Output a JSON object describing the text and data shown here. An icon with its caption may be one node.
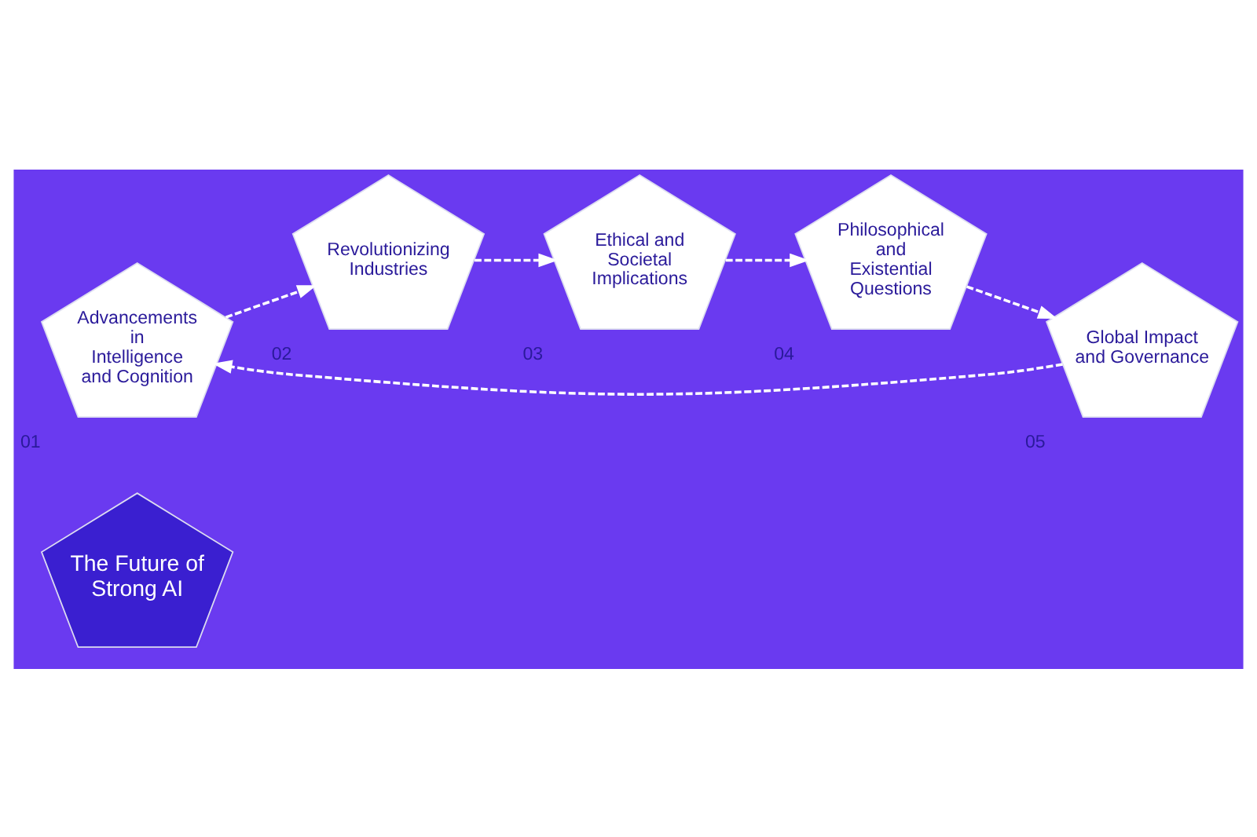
{
  "diagram": {
    "nodes": [
      {
        "text": [
          "The Future of Strong AI"
        ]
      },
      {
        "text": [
          "Advancements in Intelligence and Cognition"
        ],
        "beside": [
          "01"
        ]
      },
      {
        "text": [
          "Revolutionizing Industries"
        ],
        "beside": [
          "02"
        ]
      },
      {
        "text": [
          "Ethical and Societal Implications"
        ],
        "beside": [
          "03"
        ]
      },
      {
        "text": [
          "Philosophical and Existential Questions"
        ],
        "beside": [
          "04"
        ]
      },
      {
        "text": [
          "Global Impact and Governance"
        ],
        "beside": [
          "05"
        ]
      }
    ],
    "edges": [
      {
        "from": 1,
        "to": 2,
        "arrow": "to",
        "style": "dashed"
      },
      {
        "from": 2,
        "to": 3,
        "arrow": "to",
        "style": "dashed"
      },
      {
        "from": 3,
        "to": 4,
        "arrow": "to",
        "style": "dashed"
      },
      {
        "from": 4,
        "to": 5,
        "arrow": "to",
        "style": "dashed"
      },
      {
        "from": 5,
        "to": 1,
        "arrow": "to",
        "style": "dashed"
      }
    ]
  }
}
